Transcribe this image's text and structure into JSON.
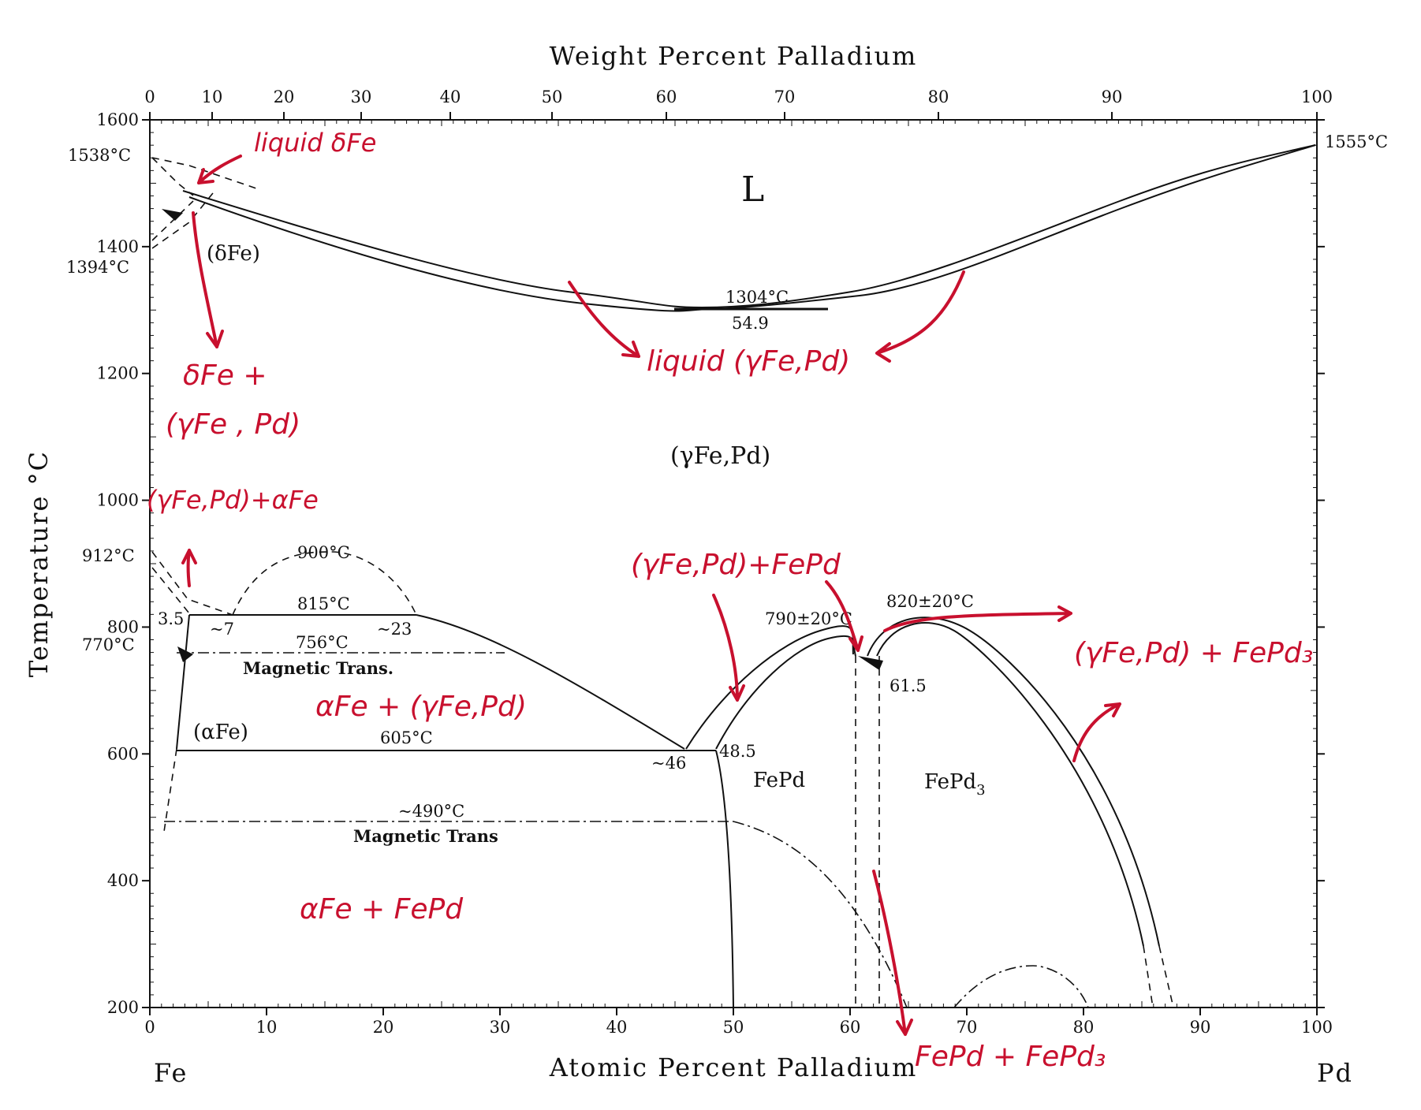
{
  "axes": {
    "top_title": "Weight Percent Palladium",
    "top_ticks": [
      "0",
      "10",
      "20",
      "30",
      "40",
      "50",
      "60",
      "70",
      "80",
      "90",
      "100"
    ],
    "bottom_title": "Atomic Percent Palladium",
    "bottom_ticks": [
      "0",
      "10",
      "20",
      "30",
      "40",
      "50",
      "60",
      "70",
      "80",
      "90",
      "100"
    ],
    "y_title": "Temperature °C",
    "y_ticks": [
      "200",
      "400",
      "600",
      "800",
      "1000",
      "1200",
      "1400",
      "1600"
    ],
    "left_element": "Fe",
    "right_element": "Pd"
  },
  "special_temps": {
    "t1538": "1538°C",
    "t1394": "1394°C",
    "t912": "912°C",
    "t770": "770°C",
    "t1555": "1555°C"
  },
  "labels": {
    "L": "L",
    "deltaFe": "(δFe)",
    "t1304": "1304°C",
    "c549": "54.9",
    "gammaFePd": "(γFe,Pd)",
    "t900": "900°C",
    "t815": "815°C",
    "c35": "3.5",
    "c7": "~7",
    "c23": "~23",
    "t756": "756°C",
    "mag1": "Magnetic Trans.",
    "alphaFe": "(αFe)",
    "t605": "605°C",
    "c46": "~46",
    "c485": "48.5",
    "t790": "790±20°C",
    "t820": "820±20°C",
    "c615": "61.5",
    "FePd": "FePd",
    "FePd3_base": "FePd",
    "FePd3_sub": "3",
    "t490": "~490°C",
    "mag2": "Magnetic Trans"
  },
  "annotations": {
    "liquid_delta": "liquid  δFe",
    "delta_gamma_1": "δFe +",
    "delta_gamma_2": "(γFe , Pd)",
    "liquid_gamma": "liquid (γFe,Pd)",
    "gamma_alpha": "(γFe,Pd)+αFe",
    "gamma_fepd": "(γFe,Pd)+FePd",
    "gamma_fepd3": "(γFe,Pd) + FePd₃",
    "alpha_gamma": "αFe + (γFe,Pd)",
    "alpha_fepd": "αFe  +  FePd",
    "fepd_fepd3": "FePd + FePd₃"
  },
  "colors": {
    "annotation": "#c8102e",
    "line": "#111111"
  }
}
